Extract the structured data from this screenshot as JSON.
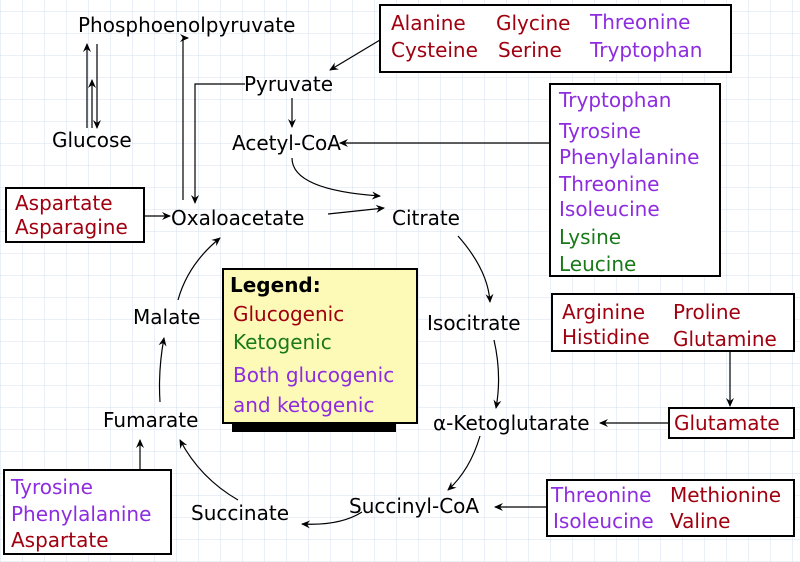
{
  "metabolites": {
    "pep": "Phosphoenolpyruvate",
    "pyruvate": "Pyruvate",
    "acetyl_coa": "Acetyl-CoA",
    "glucose": "Glucose",
    "oxaloacetate": "Oxaloacetate",
    "citrate": "Citrate",
    "isocitrate": "Isocitrate",
    "akg": "α-Ketoglutarate",
    "succinyl_coa": "Succinyl-CoA",
    "succinate": "Succinate",
    "fumarate": "Fumarate",
    "malate": "Malate"
  },
  "boxes": {
    "pyruvate_group": {
      "col1": [
        "Alanine",
        "Cysteine"
      ],
      "col2": [
        "Glycine",
        "Serine"
      ],
      "col3": [
        "Threonine",
        "Tryptophan"
      ]
    },
    "acetyl_group": [
      "Tryptophan",
      "Tyrosine",
      "Phenylalanine",
      "Threonine",
      "Isoleucine",
      "Lysine",
      "Leucine"
    ],
    "oxaloacetate_group": [
      "Aspartate",
      "Asparagine"
    ],
    "glutamate_sources": {
      "col1": [
        "Arginine",
        "Histidine"
      ],
      "col2": [
        "Proline",
        "Glutamine"
      ]
    },
    "glutamate": "Glutamate",
    "fumarate_group": [
      "Tyrosine",
      "Phenylalanine",
      "Aspartate"
    ],
    "succinyl_group": {
      "col1": [
        "Threonine",
        "Isoleucine"
      ],
      "col2": [
        "Methionine",
        "Valine"
      ]
    }
  },
  "legend": {
    "title": "Legend:",
    "glucogenic": "Glucogenic",
    "ketogenic": "Ketogenic",
    "both_line1": "Both glucogenic",
    "both_line2": "and ketogenic"
  },
  "colors": {
    "glucogenic": "#a00010",
    "ketogenic": "#1a7a1a",
    "both": "#8e2ce0",
    "legend_bg": "#fdfab8"
  }
}
